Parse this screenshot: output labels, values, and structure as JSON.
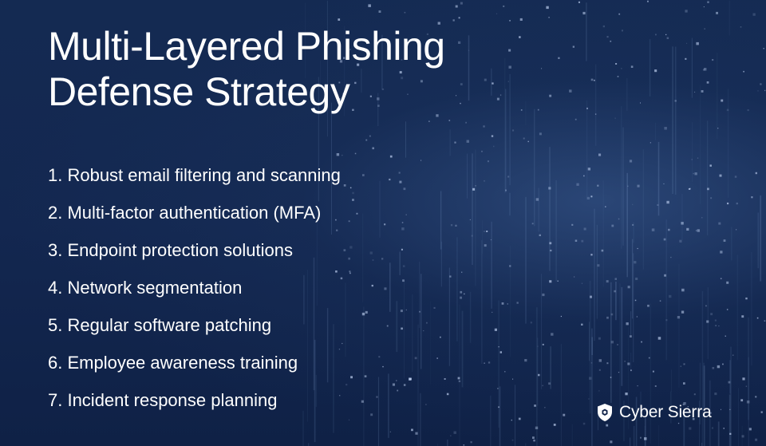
{
  "slide": {
    "title_line1": "Multi-Layered Phishing",
    "title_line2": "Defense Strategy",
    "items": [
      "1. Robust email filtering and scanning",
      "2. Multi-factor authentication (MFA)",
      "3. Endpoint protection solutions",
      "4. Network segmentation",
      "5. Regular software patching",
      "6. Employee awareness training",
      "7.  Incident response planning"
    ]
  },
  "brand": {
    "name": "Cyber Sierra",
    "icon": "shield-icon"
  },
  "colors": {
    "background": "#12244a",
    "text": "#ffffff"
  }
}
